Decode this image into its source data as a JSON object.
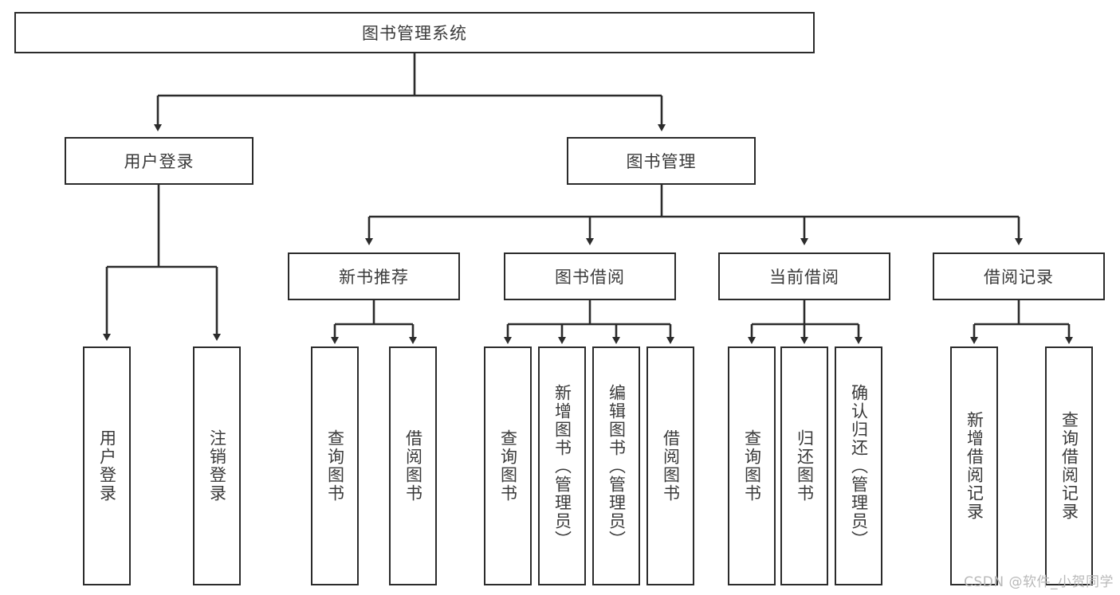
{
  "diagram": {
    "title": "图书管理系统",
    "type": "tree-hierarchy-diagram",
    "watermark": "CSDN @软件_小贺同学",
    "colors": {
      "stroke": "#2b2b2b",
      "text": "#3a3a3a",
      "background": "#ffffff",
      "watermark": "#b9b9b9"
    },
    "root": {
      "label": "图书管理系统"
    },
    "level2": [
      {
        "id": "user-login",
        "label": "用户登录"
      },
      {
        "id": "book-management",
        "label": "图书管理"
      }
    ],
    "level3": [
      {
        "id": "new-book-recommend",
        "label": "新书推荐"
      },
      {
        "id": "book-borrow",
        "label": "图书借阅"
      },
      {
        "id": "current-borrow",
        "label": "当前借阅"
      },
      {
        "id": "borrow-record",
        "label": "借阅记录"
      }
    ],
    "leaves": {
      "user-login": [
        {
          "id": "leaf-user-login",
          "label": "用户登录"
        },
        {
          "id": "leaf-logout-login",
          "label": "注销登录"
        }
      ],
      "new-book-recommend": [
        {
          "id": "leaf-query-book-1",
          "label": "查询图书"
        },
        {
          "id": "leaf-borrow-book-1",
          "label": "借阅图书"
        }
      ],
      "book-borrow": [
        {
          "id": "leaf-query-book-2",
          "label": "查询图书"
        },
        {
          "id": "leaf-add-book",
          "label": "新增图书（管理员）"
        },
        {
          "id": "leaf-edit-book",
          "label": "编辑图书（管理员）"
        },
        {
          "id": "leaf-borrow-book-2",
          "label": "借阅图书"
        }
      ],
      "current-borrow": [
        {
          "id": "leaf-query-book-3",
          "label": "查询图书"
        },
        {
          "id": "leaf-return-book",
          "label": "归还图书"
        },
        {
          "id": "leaf-confirm-return",
          "label": "确认归还（管理员）"
        }
      ],
      "borrow-record": [
        {
          "id": "leaf-add-record",
          "label": "新增借阅记录"
        },
        {
          "id": "leaf-query-record",
          "label": "查询借阅记录"
        }
      ]
    }
  }
}
